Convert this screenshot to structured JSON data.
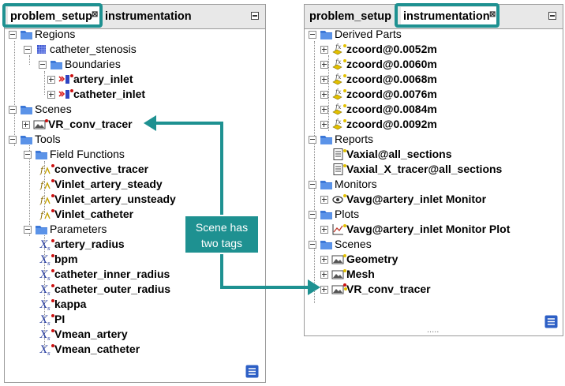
{
  "left_panel": {
    "tab_active": "problem_setup",
    "tab_inactive": "instrumentation",
    "close_glyph": "⊠",
    "tree": [
      {
        "label": "Regions",
        "icon": "folder-icon"
      },
      {
        "label": "catheter_stenosis",
        "icon": "region-icon"
      },
      {
        "label": "Boundaries",
        "icon": "folder-icon"
      },
      {
        "label": "artery_inlet",
        "icon": "boundary-icon"
      },
      {
        "label": "catheter_inlet",
        "icon": "boundary-icon"
      },
      {
        "label": "Scenes",
        "icon": "folder-icon"
      },
      {
        "label": "VR_conv_tracer",
        "icon": "scene-icon"
      },
      {
        "label": "Tools",
        "icon": "folder-icon"
      },
      {
        "label": "Field Functions",
        "icon": "folder-icon"
      },
      {
        "label": "convective_tracer",
        "icon": "field-function-icon"
      },
      {
        "label": "Vinlet_artery_steady",
        "icon": "field-function-icon"
      },
      {
        "label": "Vinlet_artery_unsteady",
        "icon": "field-function-icon"
      },
      {
        "label": "Vinlet_catheter",
        "icon": "field-function-icon"
      },
      {
        "label": "Parameters",
        "icon": "folder-icon"
      },
      {
        "label": "artery_radius",
        "icon": "parameter-icon"
      },
      {
        "label": "bpm",
        "icon": "parameter-icon"
      },
      {
        "label": "catheter_inner_radius",
        "icon": "parameter-icon"
      },
      {
        "label": "catheter_outer_radius",
        "icon": "parameter-icon"
      },
      {
        "label": "kappa",
        "icon": "parameter-icon"
      },
      {
        "label": "PI",
        "icon": "parameter-icon"
      },
      {
        "label": "Vmean_artery",
        "icon": "parameter-icon"
      },
      {
        "label": "Vmean_catheter",
        "icon": "parameter-icon"
      }
    ]
  },
  "right_panel": {
    "tab_inactive": "problem_setup",
    "tab_active": "instrumentation",
    "close_glyph": "⊠",
    "tree": [
      {
        "label": "Derived Parts",
        "icon": "folder-icon"
      },
      {
        "label": "zcoord@0.0052m",
        "icon": "derived-part-icon"
      },
      {
        "label": "zcoord@0.0060m",
        "icon": "derived-part-icon"
      },
      {
        "label": "zcoord@0.0068m",
        "icon": "derived-part-icon"
      },
      {
        "label": "zcoord@0.0076m",
        "icon": "derived-part-icon"
      },
      {
        "label": "zcoord@0.0084m",
        "icon": "derived-part-icon"
      },
      {
        "label": "zcoord@0.0092m",
        "icon": "derived-part-icon"
      },
      {
        "label": "Reports",
        "icon": "folder-icon"
      },
      {
        "label": "Vaxial@all_sections",
        "icon": "report-icon"
      },
      {
        "label": "Vaxial_X_tracer@all_sections",
        "icon": "report-icon"
      },
      {
        "label": "Monitors",
        "icon": "folder-icon"
      },
      {
        "label": "Vavg@artery_inlet Monitor",
        "icon": "monitor-icon"
      },
      {
        "label": "Plots",
        "icon": "folder-icon"
      },
      {
        "label": "Vavg@artery_inlet Monitor Plot",
        "icon": "plot-icon"
      },
      {
        "label": "Scenes",
        "icon": "folder-icon"
      },
      {
        "label": "Geometry",
        "icon": "scene-icon"
      },
      {
        "label": "Mesh",
        "icon": "scene-icon"
      },
      {
        "label": "VR_conv_tracer",
        "icon": "scene-icon"
      }
    ],
    "footer_dots": "....."
  },
  "callout": {
    "line1": "Scene has",
    "line2": "two tags"
  },
  "colors": {
    "accent": "#1e9191",
    "folder": "#3c78d8",
    "tag_primary": "#cc1111",
    "tag_secondary": "#e2c000"
  }
}
